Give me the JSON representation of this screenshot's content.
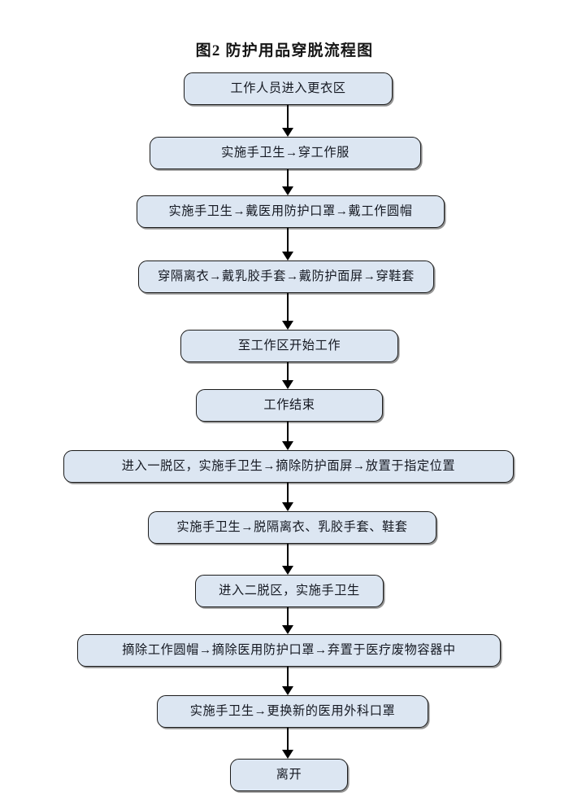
{
  "diagram": {
    "title": "图2 防护用品穿脱流程图",
    "type": "flowchart",
    "orientation": "top-to-bottom",
    "node_fill_color": "#dce6f2",
    "node_border_color": "#1b1b1b",
    "connector_color": "#000000",
    "background_color": "#ffffff",
    "nodes": [
      {
        "id": "n1",
        "label": "工作人员进入更衣区"
      },
      {
        "id": "n2",
        "label": "实施手卫生→穿工作服"
      },
      {
        "id": "n3",
        "label": "实施手卫生→戴医用防护口罩→戴工作圆帽"
      },
      {
        "id": "n4",
        "label": "穿隔离衣→戴乳胶手套→戴防护面屏→穿鞋套"
      },
      {
        "id": "n5",
        "label": "至工作区开始工作"
      },
      {
        "id": "n6",
        "label": "工作结束"
      },
      {
        "id": "n7",
        "label": "进入一脱区，实施手卫生→摘除防护面屏→放置于指定位置"
      },
      {
        "id": "n8",
        "label": "实施手卫生→脱隔离衣、乳胶手套、鞋套"
      },
      {
        "id": "n9",
        "label": "进入二脱区，实施手卫生"
      },
      {
        "id": "n10",
        "label": "摘除工作圆帽→摘除医用防护口罩→弃置于医疗废物容器中"
      },
      {
        "id": "n11",
        "label": "实施手卫生→更换新的医用外科口罩"
      },
      {
        "id": "n12",
        "label": "离开"
      }
    ],
    "edges": [
      {
        "from": "n1",
        "to": "n2"
      },
      {
        "from": "n2",
        "to": "n3"
      },
      {
        "from": "n3",
        "to": "n4"
      },
      {
        "from": "n4",
        "to": "n5"
      },
      {
        "from": "n5",
        "to": "n6"
      },
      {
        "from": "n6",
        "to": "n7"
      },
      {
        "from": "n7",
        "to": "n8"
      },
      {
        "from": "n8",
        "to": "n9"
      },
      {
        "from": "n9",
        "to": "n10"
      },
      {
        "from": "n10",
        "to": "n11"
      },
      {
        "from": "n11",
        "to": "n12"
      }
    ]
  }
}
